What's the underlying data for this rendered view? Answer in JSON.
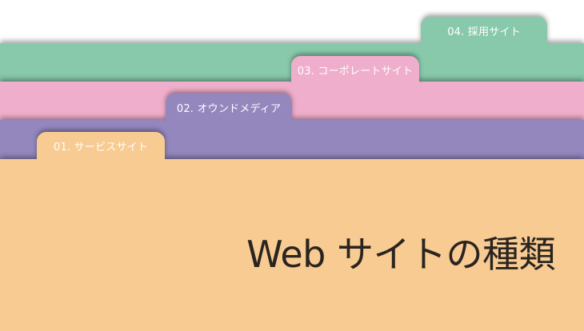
{
  "tabs": [
    {
      "label": "04. 採用サイト",
      "color": "#88c9ab"
    },
    {
      "label": "03. コーポレートサイト",
      "color": "#efaecb"
    },
    {
      "label": "02. オウンドメディア",
      "color": "#9387bd"
    },
    {
      "label": "01. サービスサイト",
      "color": "#f7cb92"
    }
  ],
  "title": "Web サイトの種類"
}
